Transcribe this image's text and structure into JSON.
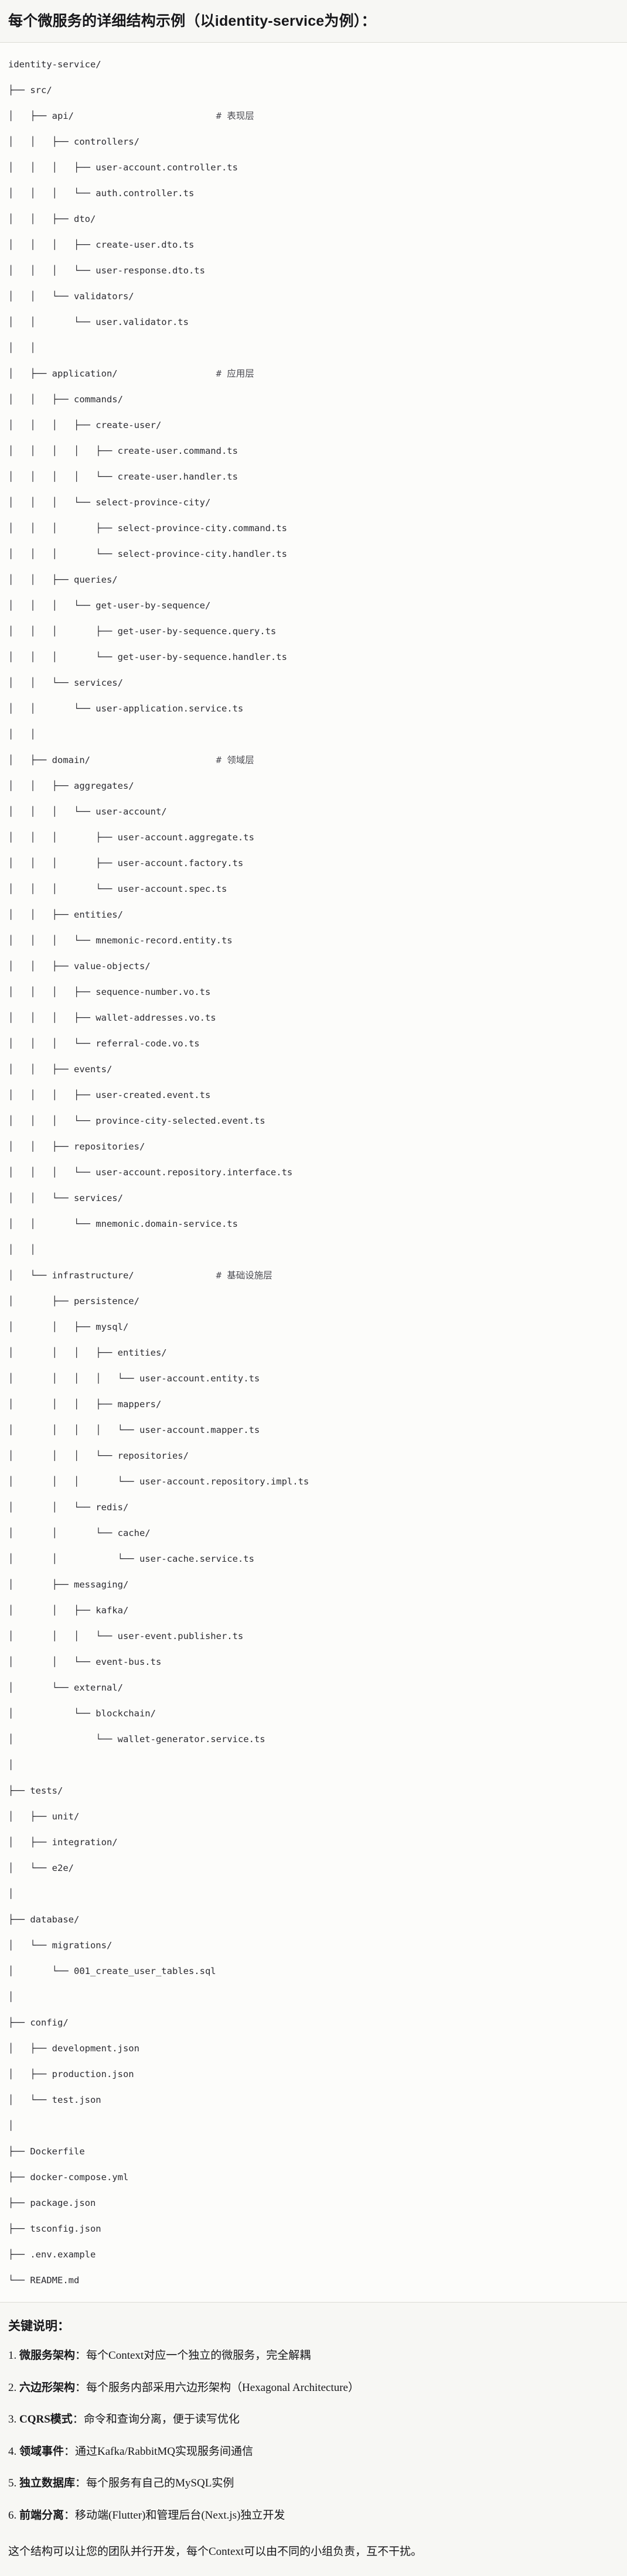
{
  "header": {
    "title": "每个微服务的详细结构示例（以identity-service为例）："
  },
  "tree": {
    "root_label": "identity-service/",
    "lines": [
      "identity-service/",
      "├── src/",
      "│   ├── api/                          # 表现层",
      "│   │   ├── controllers/",
      "│   │   │   ├── user-account.controller.ts",
      "│   │   │   └── auth.controller.ts",
      "│   │   ├── dto/",
      "│   │   │   ├── create-user.dto.ts",
      "│   │   │   └── user-response.dto.ts",
      "│   │   └── validators/",
      "│   │       └── user.validator.ts",
      "│   │",
      "│   ├── application/                  # 应用层",
      "│   │   ├── commands/",
      "│   │   │   ├── create-user/",
      "│   │   │   │   ├── create-user.command.ts",
      "│   │   │   │   └── create-user.handler.ts",
      "│   │   │   └── select-province-city/",
      "│   │   │       ├── select-province-city.command.ts",
      "│   │   │       └── select-province-city.handler.ts",
      "│   │   ├── queries/",
      "│   │   │   └── get-user-by-sequence/",
      "│   │   │       ├── get-user-by-sequence.query.ts",
      "│   │   │       └── get-user-by-sequence.handler.ts",
      "│   │   └── services/",
      "│   │       └── user-application.service.ts",
      "│   │",
      "│   ├── domain/                       # 领域层",
      "│   │   ├── aggregates/",
      "│   │   │   └── user-account/",
      "│   │   │       ├── user-account.aggregate.ts",
      "│   │   │       ├── user-account.factory.ts",
      "│   │   │       └── user-account.spec.ts",
      "│   │   ├── entities/",
      "│   │   │   └── mnemonic-record.entity.ts",
      "│   │   ├── value-objects/",
      "│   │   │   ├── sequence-number.vo.ts",
      "│   │   │   ├── wallet-addresses.vo.ts",
      "│   │   │   └── referral-code.vo.ts",
      "│   │   ├── events/",
      "│   │   │   ├── user-created.event.ts",
      "│   │   │   └── province-city-selected.event.ts",
      "│   │   ├── repositories/",
      "│   │   │   └── user-account.repository.interface.ts",
      "│   │   └── services/",
      "│   │       └── mnemonic.domain-service.ts",
      "│   │",
      "│   └── infrastructure/               # 基础设施层",
      "│       ├── persistence/",
      "│       │   ├── mysql/",
      "│       │   │   ├── entities/",
      "│       │   │   │   └── user-account.entity.ts",
      "│       │   │   ├── mappers/",
      "│       │   │   │   └── user-account.mapper.ts",
      "│       │   │   └── repositories/",
      "│       │   │       └── user-account.repository.impl.ts",
      "│       │   └── redis/",
      "│       │       └── cache/",
      "│       │           └── user-cache.service.ts",
      "│       ├── messaging/",
      "│       │   ├── kafka/",
      "│       │   │   └── user-event.publisher.ts",
      "│       │   └── event-bus.ts",
      "│       └── external/",
      "│           └── blockchain/",
      "│               └── wallet-generator.service.ts",
      "│",
      "├── tests/",
      "│   ├── unit/",
      "│   ├── integration/",
      "│   └── e2e/",
      "│",
      "├── database/",
      "│   └── migrations/",
      "│       └── 001_create_user_tables.sql",
      "│",
      "├── config/",
      "│   ├── development.json",
      "│   ├── production.json",
      "│   └── test.json",
      "│",
      "├── Dockerfile",
      "├── docker-compose.yml",
      "├── package.json",
      "├── tsconfig.json",
      "├── .env.example",
      "└── README.md"
    ]
  },
  "notes": {
    "title": "关键说明：",
    "items": [
      {
        "num": "1.",
        "term": "微服务架构",
        "sep": "：",
        "desc": "每个Context对应一个独立的微服务，完全解耦"
      },
      {
        "num": "2.",
        "term": "六边形架构",
        "sep": "：",
        "desc": "每个服务内部采用六边形架构（Hexagonal Architecture）"
      },
      {
        "num": "3.",
        "term": "CQRS模式",
        "sep": "：",
        "desc": "命令和查询分离，便于读写优化"
      },
      {
        "num": "4.",
        "term": "领域事件",
        "sep": "：",
        "desc": "通过Kafka/RabbitMQ实现服务间通信"
      },
      {
        "num": "5.",
        "term": "独立数据库",
        "sep": "：",
        "desc": "每个服务有自己的MySQL实例"
      },
      {
        "num": "6.",
        "term": "前端分离",
        "sep": "：",
        "desc": "移动端(Flutter)和管理后台(Next.js)独立开发"
      }
    ],
    "closing": "这个结构可以让您的团队并行开发，每个Context可以由不同的小组负责，互不干扰。"
  },
  "colors": {
    "header_bg": "#f7f7f4",
    "code_bg": "#fcfcfa",
    "notes_bg": "#f7f7f4",
    "text": "#17171a",
    "code_text": "#2b2b31",
    "comment_text": "#4b4b52",
    "divider": "#dcdcd6"
  }
}
